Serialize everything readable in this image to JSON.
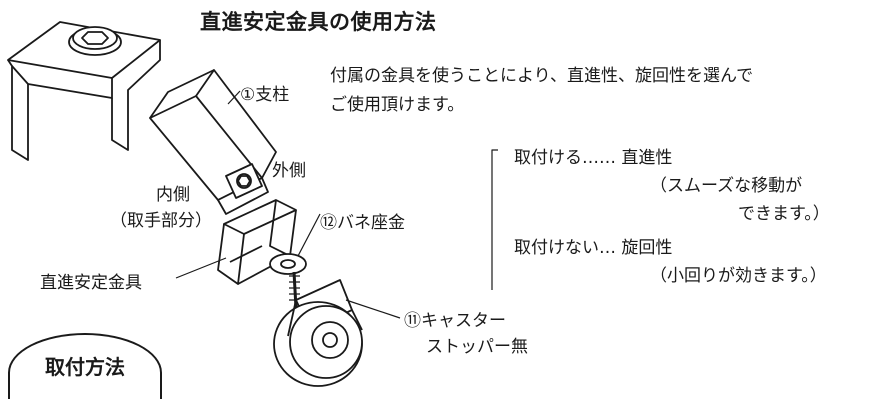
{
  "title": "直進安定金具の使用方法",
  "description_line1": "付属の金具を使うことにより、直進性、旋回性を選んで",
  "description_line2": "ご使用頂けます。",
  "options": {
    "attach_label": "取付ける…… 直進性",
    "attach_note_line1": "（スムーズな移動が",
    "attach_note_line2": "できます。）",
    "detach_label": "取付けない… 旋回性",
    "detach_note": "（小回りが効きます。）"
  },
  "diagram_labels": {
    "post": "①支柱",
    "outer_side": "外側",
    "inner_side": "内側",
    "inner_side_note": "（取手部分）",
    "spring_washer": "⑫バネ座金",
    "bracket": "直進安定金具",
    "caster_line1": "⑪キャスター",
    "caster_line2": "ストッパー無"
  },
  "section_badge": "取付方法"
}
